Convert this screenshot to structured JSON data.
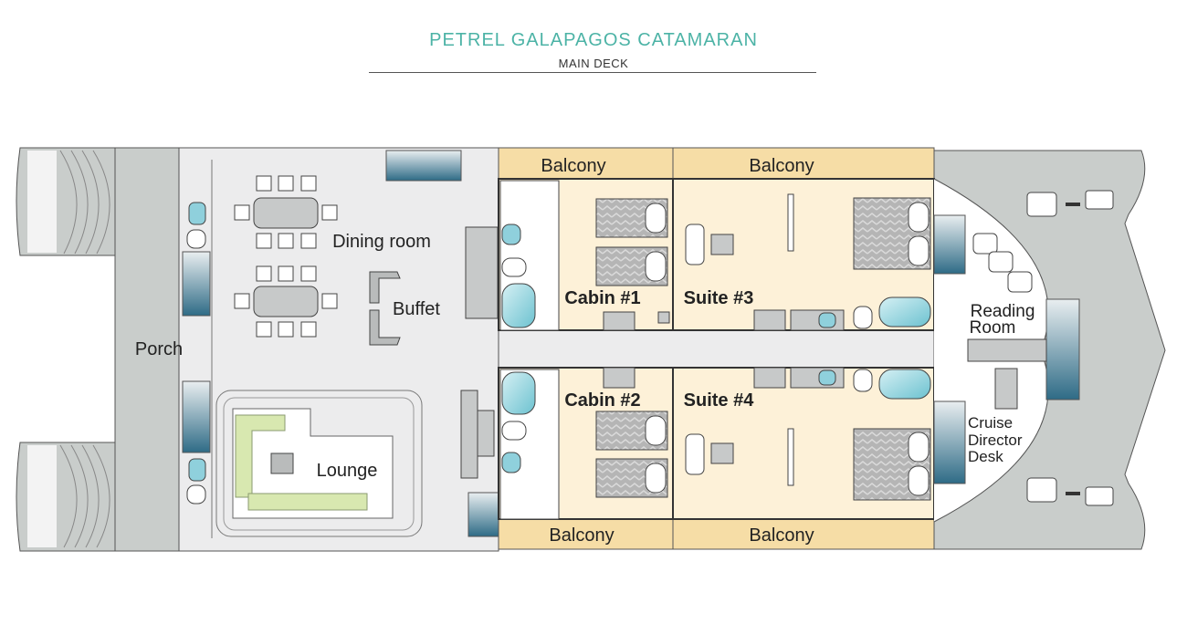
{
  "header": {
    "title": "PETREL GALAPAGOS CATAMARAN",
    "subtitle": "MAIN DECK"
  },
  "colors": {
    "title": "#4cb3a6",
    "hull": "#c9cdcb",
    "deck": "#ececed",
    "cabin": "#fdf1d8",
    "balcony": "#f6dda6",
    "walls": "#333333",
    "stair": "#2e6b86",
    "lounge_sofa": "#d8e8b0",
    "water": "#8fd0dc"
  },
  "labels": {
    "porch": "Porch",
    "dining_room": "Dining room",
    "buffet": "Buffet",
    "lounge": "Lounge",
    "balcony_cabin1": "Balcony",
    "balcony_suite3": "Balcony",
    "balcony_cabin2": "Balcony",
    "balcony_suite4": "Balcony",
    "cabin1": "Cabin #1",
    "cabin2": "Cabin #2",
    "suite3": "Suite #3",
    "suite4": "Suite #4",
    "reading_room_l1": "Reading",
    "reading_room_l2": "Room",
    "cruise_director_l1": "Cruise",
    "cruise_director_l2": "Director",
    "cruise_director_l3": "Desk"
  },
  "icons": {
    "stairs": "stairs-icon",
    "bed": "bed-icon",
    "toilet": "toilet-icon",
    "bathtub": "bathtub-icon",
    "chair": "chair-icon",
    "table": "dining-table-icon"
  }
}
